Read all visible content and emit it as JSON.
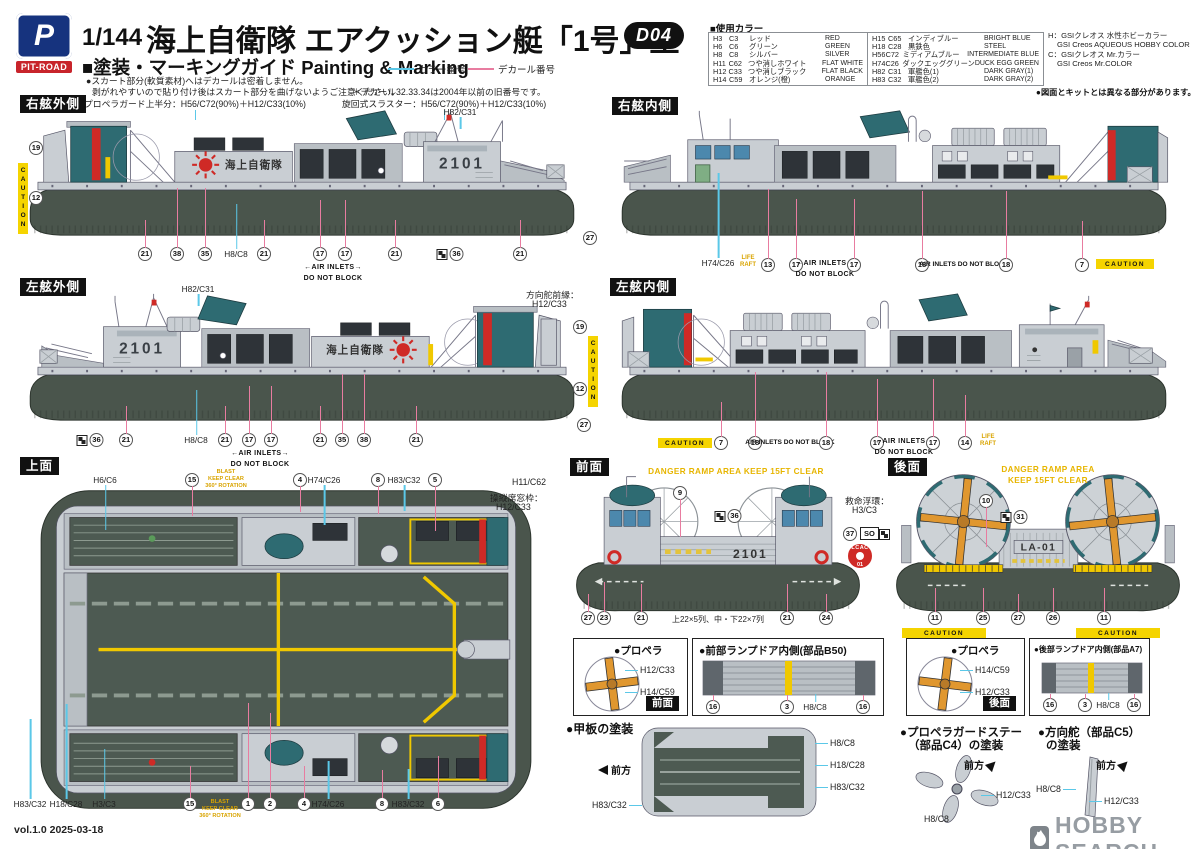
{
  "palette": {
    "color_line": "#5bc8e8",
    "decal_line": "#e87ca0",
    "caution": "#f5d400",
    "skirt": "#4a554c",
    "deck": "#4d5a52",
    "hull": "#c9ced3",
    "teal": "#2e6b72",
    "red": "#cf2a26",
    "yellow_marking": "#f0c800",
    "orange_prop": "#e0972f"
  },
  "header": {
    "brand": "PIT-ROAD",
    "logo_letter": "P",
    "scale": "1/144",
    "title": "海上自衛隊 エアクッション艇「1号」型",
    "kit_no": "D04",
    "guide_title": "■塗装・マーキングガイド Painting & Marking",
    "legend": [
      {
        "label": "カラー番号"
      },
      {
        "label": "デカール番号"
      }
    ],
    "notes": [
      "●スカート部分(軟質素材)へはデカールは密着しません。",
      "剥がれやすいので貼り付け後はスカート部分を曲げないようご注意ください。",
      "＊デカール32.33.34は2004年以前の旧番号です。"
    ]
  },
  "color_chart": {
    "title": "■使用カラー",
    "left": [
      {
        "h": "H3",
        "c": "C3",
        "jp": "レッド",
        "en": "RED"
      },
      {
        "h": "H6",
        "c": "C6",
        "jp": "グリーン",
        "en": "GREEN"
      },
      {
        "h": "H8",
        "c": "C8",
        "jp": "シルバー",
        "en": "SILVER"
      },
      {
        "h": "H11",
        "c": "C62",
        "jp": "つや消しホワイト",
        "en": "FLAT WHITE"
      },
      {
        "h": "H12",
        "c": "C33",
        "jp": "つや消しブラック",
        "en": "FLAT BLACK"
      },
      {
        "h": "H14",
        "c": "C59",
        "jp": "オレンジ(橙)",
        "en": "ORANGE"
      }
    ],
    "right": [
      {
        "h": "H15",
        "c": "C65",
        "jp": "インディブルー",
        "en": "BRIGHT BLUE"
      },
      {
        "h": "H18",
        "c": "C28",
        "jp": "黒鉄色",
        "en": "STEEL"
      },
      {
        "h": "H56",
        "c": "C72",
        "jp": "ミディアムブルー",
        "en": "INTERMEDIATE BLUE"
      },
      {
        "h": "H74",
        "c": "C26",
        "jp": "ダックエッググリーン",
        "en": "DUCK EGG GREEN"
      },
      {
        "h": "H82",
        "c": "C31",
        "jp": "軍艦色(1)",
        "en": "DARK GRAY(1)"
      },
      {
        "h": "H83",
        "c": "C32",
        "jp": "軍艦色(2)",
        "en": "DARK GRAY(2)"
      }
    ],
    "maker_notes": [
      "H：GSIクレオス 水性ホビーカラー",
      "GSI Creos AQUEOUS HOBBY COLOR",
      "C：GSIクレオス Mr.カラー",
      "GSI Creos Mr.COLOR"
    ],
    "diff_note": "●図面とキットとは異なる部分があります。"
  },
  "views": {
    "starboard_outer": {
      "label": "右舷外側",
      "top_labels": [
        "プロペラガード上半分：H56/C72(90%)＋H12/C33(10%)",
        "旋回式スラスター：H56/C72(90%)＋H12/C33(10%)",
        "H82/C31"
      ],
      "hull_number": "2101",
      "band_text": "海上自衛隊",
      "caution": "CAUTION",
      "n19": "19",
      "n12": "12",
      "n27": "27",
      "bottom": [
        "21",
        "38",
        "35",
        "H8/C8",
        "21",
        "17",
        "17",
        "21",
        "36",
        "21"
      ],
      "air_inlets": "←AIR INLETS→",
      "do_not_block": "DO NOT BLOCK"
    },
    "starboard_inner": {
      "label": "右舷内側",
      "color_label": "H74/C26",
      "life_raft": "LIFE RAFT",
      "n13": "13",
      "n17a": "17",
      "n17b": "17",
      "air_inlets": "←AIR INLETS→",
      "do_not_block": "DO NOT BLOCK",
      "n18a": "18",
      "air_inlets_block": "AIR INLETS DO NOT BLOCK",
      "n18b": "18",
      "n7": "7",
      "caution": "CAUTION"
    },
    "port_outer": {
      "label": "左舷外側",
      "top_label": "H82/C31",
      "rudder_label_1": "方向舵前縁：",
      "rudder_label_2": "H12/C33",
      "hull_number": "2101",
      "band_text": "海上自衛隊",
      "caution": "CAUTION",
      "n19": "19",
      "n12": "12",
      "n27": "27",
      "bottom": [
        "36",
        "21",
        "H8/C8",
        "21",
        "17",
        "17",
        "21",
        "35",
        "38",
        "21"
      ],
      "air_inlets": "←AIR INLETS→",
      "do_not_block": "DO NOT BLOCK"
    },
    "port_inner": {
      "label": "左舷内側",
      "caution": "CAUTION",
      "n7": "7",
      "n18a": "18",
      "air_inlets_block": "AIR INLETS DO NOT BLOCK",
      "n18b": "18",
      "n17a": "17",
      "air_inlets": "←AIR INLETS→",
      "do_not_block": "DO NOT BLOCK",
      "n17b": "17",
      "n14": "14",
      "life_raft": "LIFE RAFT"
    },
    "top": {
      "label": "上面",
      "blast_note": [
        "BLAST",
        "KEEP CLEAR",
        "360° ROTATION"
      ],
      "top_row": [
        "H6/C6",
        "15",
        "4",
        "H74/C26",
        "8",
        "H83/C32",
        "5"
      ],
      "bottom_row": [
        "H83/C32",
        "H18/C28",
        "H3/C3",
        "15",
        "1",
        "2",
        "4",
        "H74/C26",
        "8",
        "H83/C32",
        "6"
      ]
    },
    "front": {
      "label": "前面",
      "danger": "DANGER RAMP AREA KEEP 15FT CLEAR",
      "l1": "H11/C62",
      "l2": "操縦席窓枠：",
      "l3": "H12/C33",
      "n9": "9",
      "n36": "36",
      "ramp_number": "2101",
      "ring_label_1": "救命浮環：",
      "ring_label_2": "H3/C3",
      "n37": "37",
      "so": "SO",
      "ring_top": "LCAC",
      "ring_bottom": "01",
      "bottom": [
        "27",
        "23",
        "21",
        "21",
        "24"
      ],
      "skirt_note": "上22×5列、中・下22×7列"
    },
    "rear": {
      "label": "後面",
      "danger_1": "DANGER RAMP AREA",
      "danger_2": "KEEP 15FT CLEAR",
      "n10": "10",
      "n31": "31",
      "stern_number": "LA-01",
      "bottom": [
        "11",
        "25",
        "27",
        "26",
        "11"
      ],
      "caution": "CAUTION"
    }
  },
  "details": {
    "prop_front": {
      "title": "●プロペラ",
      "l1": "H12/C33",
      "l2": "H14/C59",
      "badge": "前面"
    },
    "ramp_front": {
      "title": "●前部ランプドア内側(部品B50)",
      "c0": "16",
      "c1": "3",
      "c2": "H8/C8",
      "c3": "16"
    },
    "prop_rear": {
      "title": "●プロペラ",
      "l1": "H14/C59",
      "l2": "H12/C33",
      "badge": "後面"
    },
    "ramp_rear": {
      "title": "●後部ランプドア内側(部品A7)",
      "c0": "16",
      "c1": "3",
      "c2": "H8/C8",
      "c3": "16"
    },
    "deck": {
      "title": "●甲板の塗装",
      "forward": "前方",
      "r1": "H8/C8",
      "r2": "H18/C28",
      "r3": "H83/C32",
      "bl": "H83/C32"
    },
    "prop_guard": {
      "title_1": "●プロペラガードステー",
      "title_2": "（部品C4）の塗装",
      "forward": "前方",
      "l1": "H12/C33",
      "l2": "H8/C8"
    },
    "rudder": {
      "title_1": "●方向舵（部品C5）",
      "title_2": "の塗装",
      "forward": "前方",
      "l1": "H8/C8",
      "l2": "H12/C33"
    }
  },
  "footer": {
    "version": "vol.1.0 2025-03-18",
    "watermark": "HOBBY SEARCH"
  }
}
